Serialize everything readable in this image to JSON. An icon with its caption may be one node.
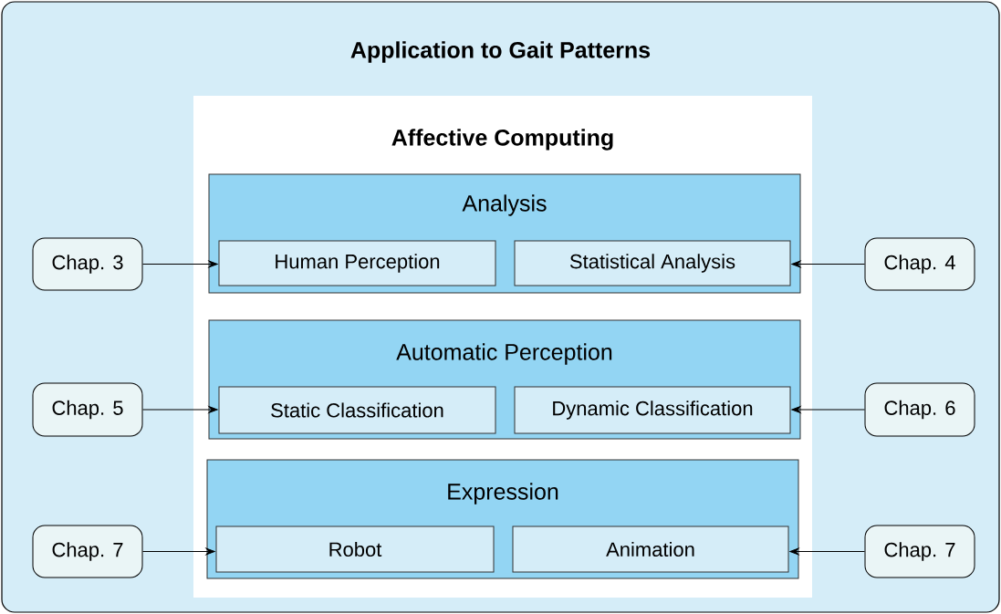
{
  "diagram": {
    "nodes": [
      {
        "text": [
          "Application to Gait Patterns"
        ]
      },
      {
        "text": [
          "Affective Computing"
        ],
        "in": 0
      },
      {
        "text": [
          "Analysis"
        ],
        "in": 1
      },
      {
        "text": [
          "Human Perception"
        ],
        "in": 2
      },
      {
        "text": [
          "Statistical Analysis"
        ],
        "in": 2
      },
      {
        "text": [
          "Automatic Perception"
        ],
        "in": 1
      },
      {
        "text": [
          "Static Classification"
        ],
        "in": 5
      },
      {
        "text": [
          "Dynamic Classification"
        ],
        "in": 5
      },
      {
        "text": [
          "Expression"
        ],
        "in": 1
      },
      {
        "text": [
          "Robot"
        ],
        "in": 8
      },
      {
        "text": [
          "Animation"
        ],
        "in": 8
      },
      {
        "text": [
          "Chap. 3"
        ],
        "in": 0
      },
      {
        "text": [
          "Chap. 4"
        ],
        "in": 0
      },
      {
        "text": [
          "Chap. 5"
        ],
        "in": 0
      },
      {
        "text": [
          "Chap. 6"
        ],
        "in": 0
      },
      {
        "text": [
          "Chap. 7"
        ],
        "in": 0
      },
      {
        "text": [
          "Chap. 7"
        ],
        "in": 0
      }
    ],
    "edges": [
      {
        "from": 11,
        "to": 3,
        "arrow": "to"
      },
      {
        "from": 12,
        "to": 4,
        "arrow": "to"
      },
      {
        "from": 13,
        "to": 6,
        "arrow": "to"
      },
      {
        "from": 14,
        "to": 7,
        "arrow": "to"
      },
      {
        "from": 15,
        "to": 9,
        "arrow": "to"
      },
      {
        "from": 16,
        "to": 10,
        "arrow": "to"
      }
    ]
  }
}
